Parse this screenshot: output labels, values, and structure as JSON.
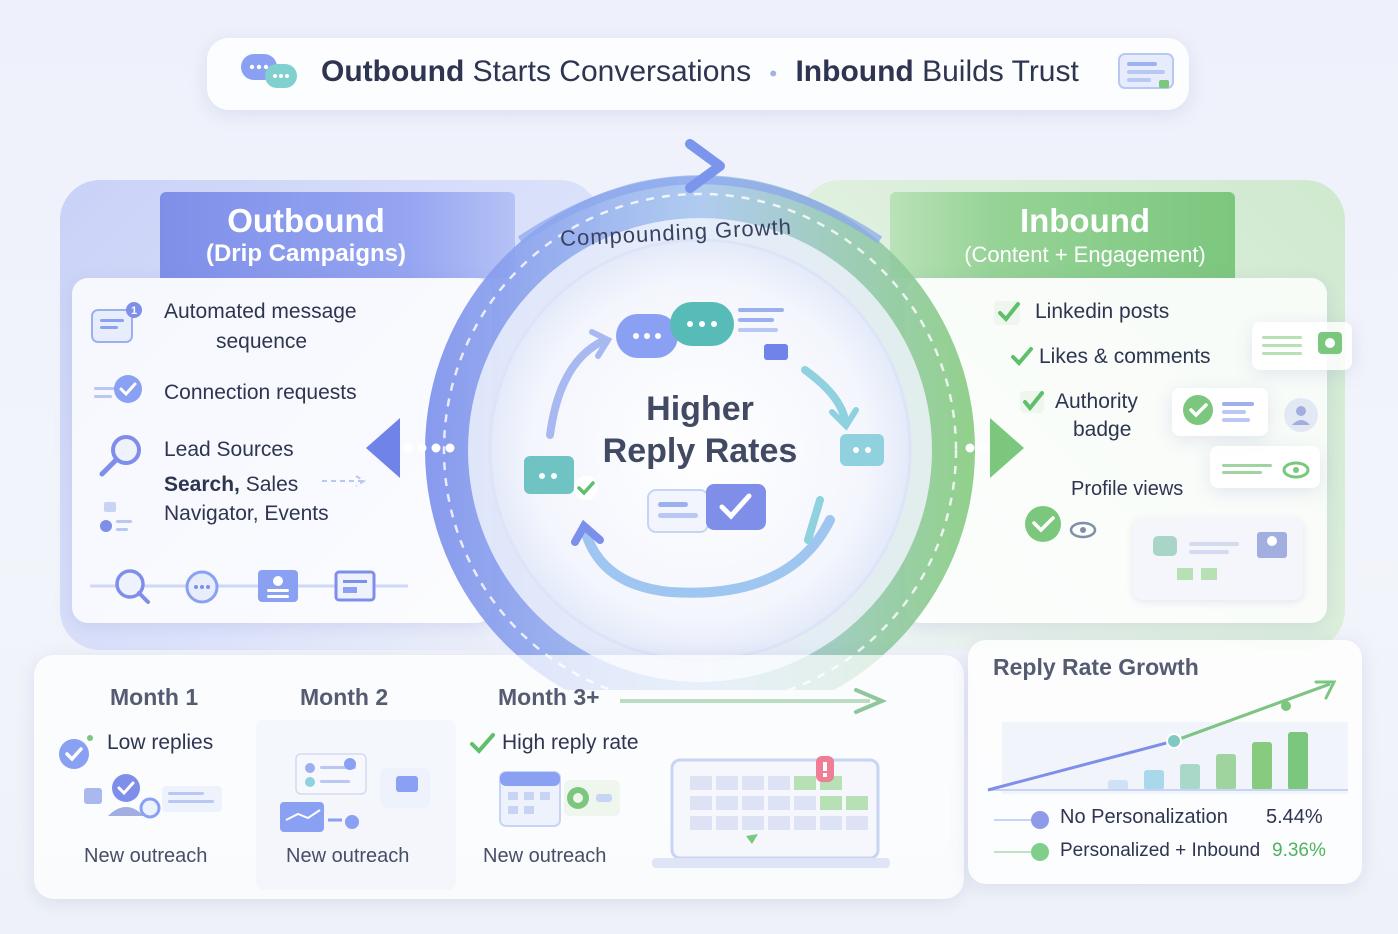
{
  "header": {
    "title_part1_bold": "Outbound",
    "title_part1_rest": " Starts Conversations",
    "separator": "•",
    "title_part2_bold": "Inbound",
    "title_part2_rest": " Builds Trust"
  },
  "outbound": {
    "title": "Outbound",
    "subtitle": "(Drip Campaigns)",
    "items": [
      {
        "line1": "Automated message",
        "line2": "sequence",
        "icon": "message-sequence-icon"
      },
      {
        "line1": "Connection requests",
        "icon": "connection-check-icon"
      },
      {
        "line1": "Lead Sources",
        "icon": "search-icon"
      }
    ],
    "lead_sources_bold": "Search,",
    "lead_sources_rest": " Sales",
    "lead_sources_line3": "Navigator, Events"
  },
  "inbound": {
    "title": "Inbound",
    "subtitle": "(Content + Engagement)",
    "items": [
      {
        "label": "Linkedin posts"
      },
      {
        "label": "Likes & comments"
      },
      {
        "label": "Authority",
        "label2": "badge"
      }
    ],
    "profile_views": "Profile views"
  },
  "cycle": {
    "arc_label": "Compounding Growth",
    "center_line1": "Higher",
    "center_line2": "Reply Rates"
  },
  "timeline": {
    "months": [
      {
        "title": "Month 1",
        "status": "Low replies",
        "caption": "New outreach"
      },
      {
        "title": "Month 2",
        "status": "",
        "caption": "New outreach"
      },
      {
        "title": "Month 3+",
        "status": "High reply rate",
        "caption": "New outreach"
      }
    ]
  },
  "chart_data": {
    "type": "line",
    "title": "Reply Rate Growth",
    "legend": [
      {
        "name": "No Personalization",
        "value": "5.44%",
        "color": "#8e9be8"
      },
      {
        "name": "Personalized + Inbound",
        "value": "9.36%",
        "color": "#7fcf8a"
      }
    ]
  },
  "colors": {
    "outbound_blue": "#6f83e8",
    "inbound_green": "#7cc77e",
    "text_dark": "#2e3550",
    "accent_green_text": "#4fb35c"
  }
}
